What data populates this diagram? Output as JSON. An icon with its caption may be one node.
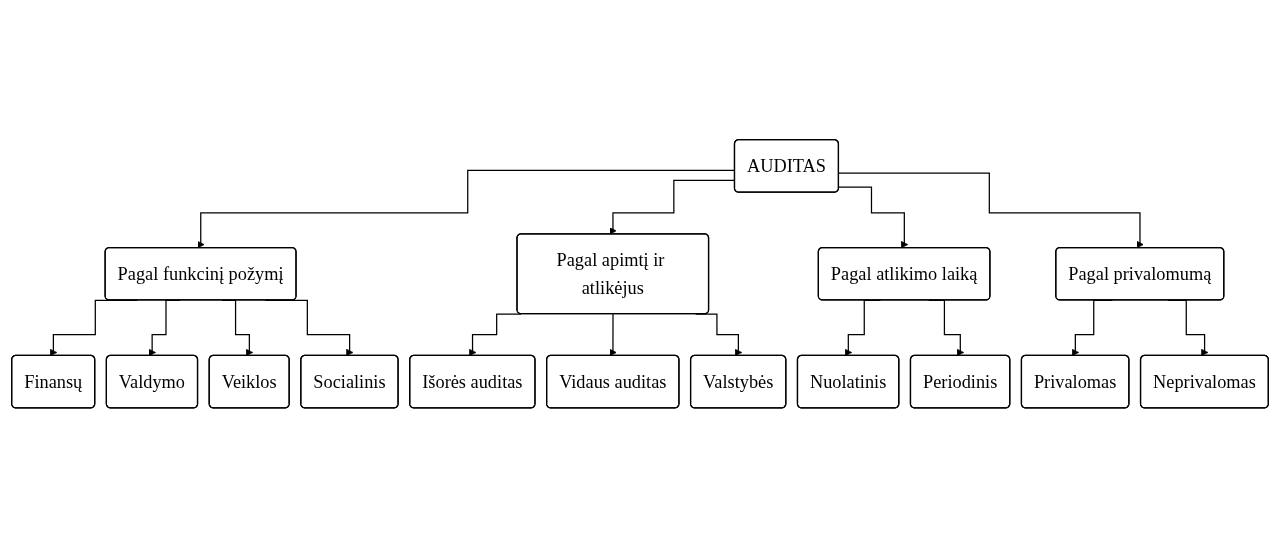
{
  "diagram": {
    "nodes": [
      {
        "text": [
          "AUDITAS"
        ]
      },
      {
        "text": [
          "Pagal funkcinį požymį"
        ]
      },
      {
        "text": [
          "Pagal apimtį ir atlikėjus"
        ]
      },
      {
        "text": [
          "Pagal atlikimo laiką"
        ]
      },
      {
        "text": [
          "Pagal privalomumą"
        ]
      },
      {
        "text": [
          "Finansų"
        ]
      },
      {
        "text": [
          "Valdymo"
        ]
      },
      {
        "text": [
          "Veiklos"
        ]
      },
      {
        "text": [
          "Socialinis"
        ]
      },
      {
        "text": [
          "Išorės auditas"
        ]
      },
      {
        "text": [
          "Vidaus auditas"
        ]
      },
      {
        "text": [
          "Valstybės"
        ]
      },
      {
        "text": [
          "Nuolatinis"
        ]
      },
      {
        "text": [
          "Periodinis"
        ]
      },
      {
        "text": [
          "Privalomas"
        ]
      },
      {
        "text": [
          "Neprivalomas"
        ]
      }
    ],
    "edges": [
      {
        "from": 0,
        "to": 1,
        "arrow": "to"
      },
      {
        "from": 0,
        "to": 2,
        "arrow": "to"
      },
      {
        "from": 0,
        "to": 3,
        "arrow": "to"
      },
      {
        "from": 0,
        "to": 4,
        "arrow": "to"
      },
      {
        "from": 1,
        "to": 5,
        "arrow": "to"
      },
      {
        "from": 1,
        "to": 6,
        "arrow": "to"
      },
      {
        "from": 1,
        "to": 7,
        "arrow": "to"
      },
      {
        "from": 1,
        "to": 8,
        "arrow": "to"
      },
      {
        "from": 2,
        "to": 9,
        "arrow": "to"
      },
      {
        "from": 2,
        "to": 10,
        "arrow": "to"
      },
      {
        "from": 2,
        "to": 11,
        "arrow": "to"
      },
      {
        "from": 3,
        "to": 12,
        "arrow": "to"
      },
      {
        "from": 3,
        "to": 13,
        "arrow": "to"
      },
      {
        "from": 4,
        "to": 14,
        "arrow": "to"
      },
      {
        "from": 4,
        "to": 15,
        "arrow": "to"
      }
    ]
  }
}
